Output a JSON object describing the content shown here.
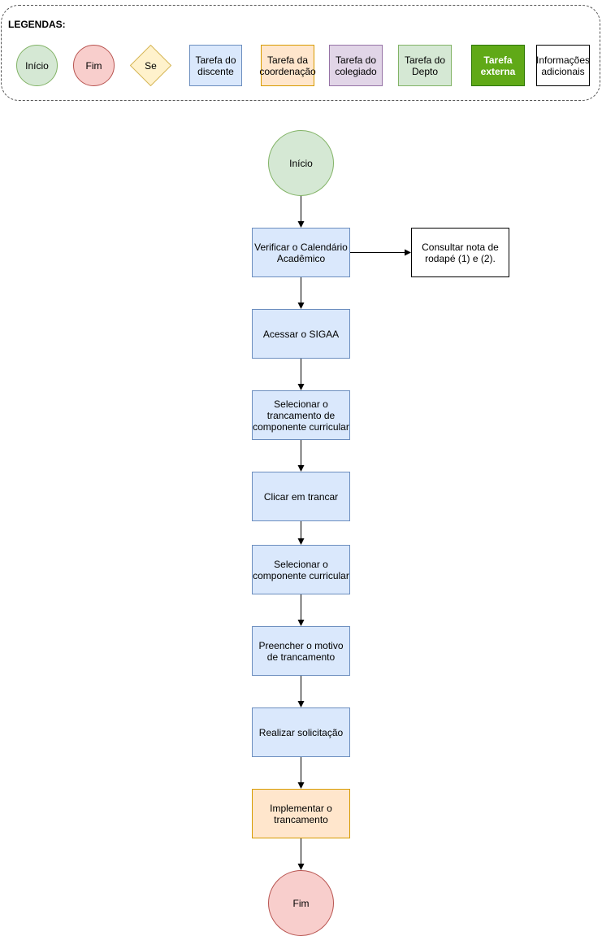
{
  "legend": {
    "title": "LEGENDAS:",
    "inicio": "Início",
    "fim": "Fim",
    "se": "Se",
    "discente": "Tarefa do discente",
    "coordenacao": "Tarefa da coordenação",
    "colegiado": "Tarefa do colegiado",
    "depto": "Tarefa do Depto",
    "externa": "Tarefa externa",
    "info": "Informações adicionais"
  },
  "flow": {
    "start": "Início",
    "step1": "Verificar o Calendário Acadêmico",
    "note": "Consultar nota de rodapé (1) e (2).",
    "step2": "Acessar o SIGAA",
    "step3": "Selecionar o trancamento de componente curricular",
    "step4": "Clicar em trancar",
    "step5": "Selecionar o componente curricular",
    "step6": "Preencher o motivo de trancamento",
    "step7": "Realizar solicitação",
    "step8": "Implementar o trancamento",
    "end": "Fim"
  },
  "colors": {
    "discente": "#dae8fc",
    "coordenacao": "#ffe6cc",
    "colegiado": "#e1d5e7",
    "depto": "#d5e8d4",
    "inicio": "#d5e8d4",
    "fim": "#f8cecc",
    "se": "#fff2cc",
    "externa": "#60a917",
    "info": "#ffffff"
  }
}
